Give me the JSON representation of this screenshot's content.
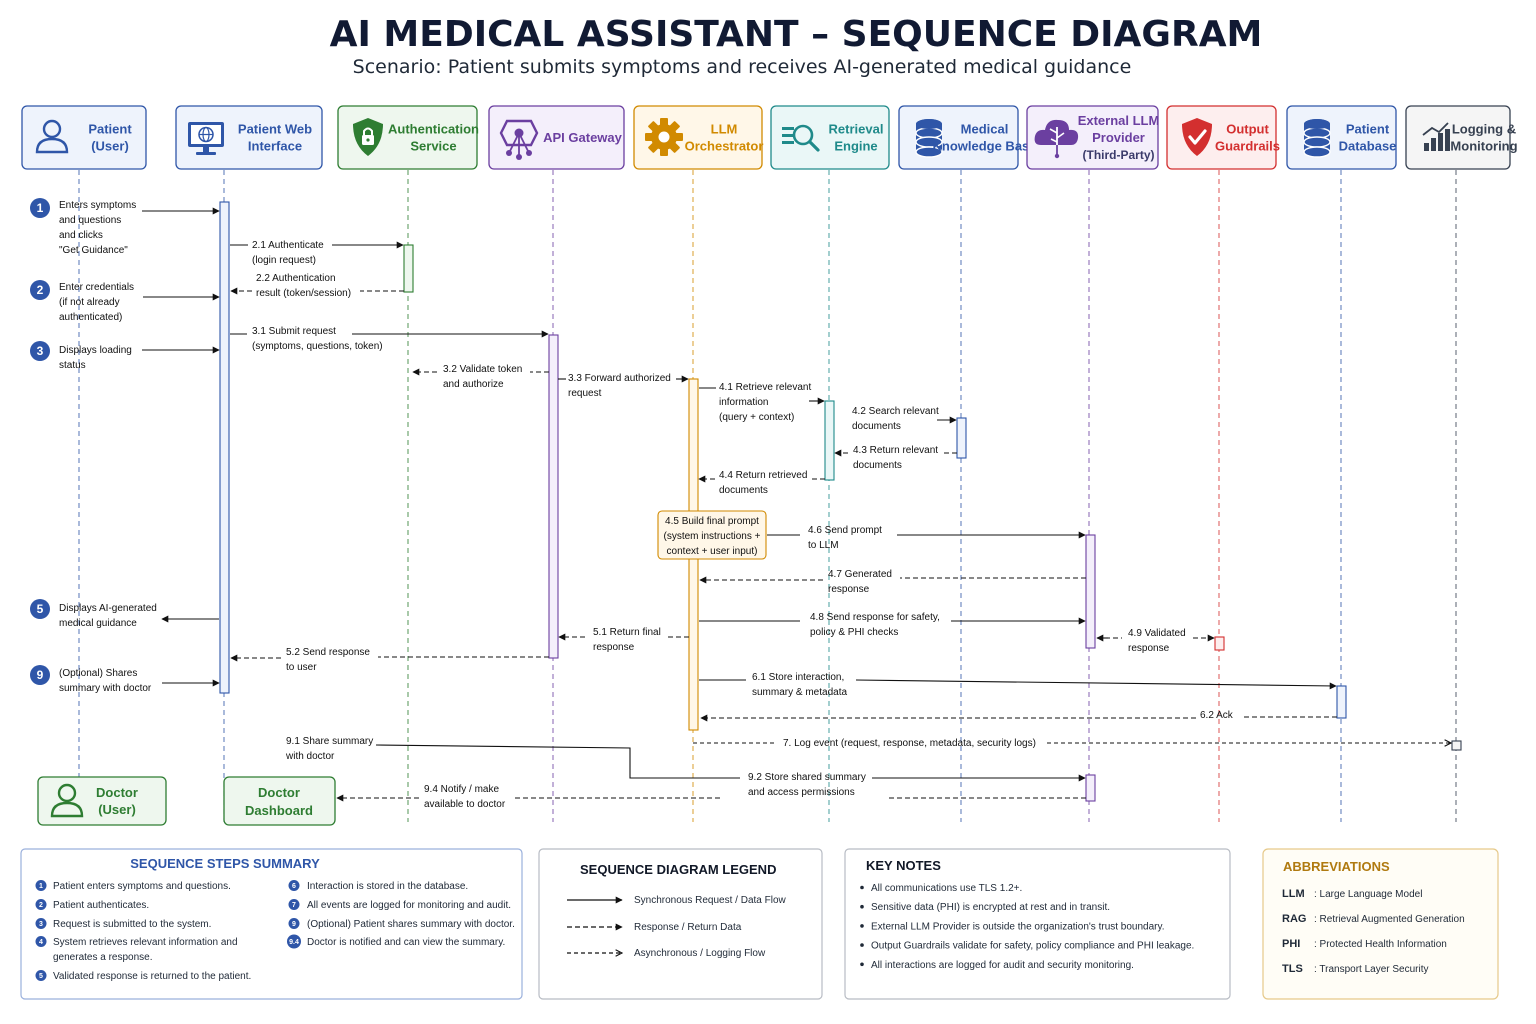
{
  "title": "AI MEDICAL ASSISTANT – SEQUENCE DIAGRAM",
  "scenario": "Scenario: Patient submits symptoms and receives AI-generated medical guidance",
  "colors": {
    "blue": "#2f56a8",
    "green": "#2e7d32",
    "purple": "#6b3fa0",
    "orange": "#d18a00",
    "teal": "#1f8a8a",
    "red": "#d32f2f",
    "gray": "#374151"
  },
  "actors": [
    {
      "id": "patient",
      "lines": [
        "Patient",
        "(User)"
      ],
      "icon": "user-icon",
      "color": "blue"
    },
    {
      "id": "web",
      "lines": [
        "Patient Web",
        "Interface"
      ],
      "icon": "monitor-globe-icon",
      "color": "blue"
    },
    {
      "id": "auth",
      "lines": [
        "Authentication",
        "Service"
      ],
      "icon": "shield-lock-icon",
      "color": "green"
    },
    {
      "id": "gateway",
      "lines": [
        "API Gateway"
      ],
      "icon": "gateway-hub-icon",
      "color": "purple"
    },
    {
      "id": "llm",
      "lines": [
        "LLM",
        "Orchestrator"
      ],
      "icon": "gear-icon",
      "color": "orange"
    },
    {
      "id": "retrieval",
      "lines": [
        "Retrieval",
        "Engine"
      ],
      "icon": "search-list-icon",
      "color": "teal"
    },
    {
      "id": "kb",
      "lines": [
        "Medical",
        "Knowledge Base"
      ],
      "icon": "database-icon",
      "color": "blue"
    },
    {
      "id": "external",
      "lines": [
        "External LLM",
        "Provider",
        "(Third-Party)"
      ],
      "icon": "cloud-brain-icon",
      "color": "purple"
    },
    {
      "id": "guard",
      "lines": [
        "Output",
        "Guardrails"
      ],
      "icon": "shield-check-icon",
      "color": "red"
    },
    {
      "id": "pdb",
      "lines": [
        "Patient",
        "Database"
      ],
      "icon": "database-icon",
      "color": "blue"
    },
    {
      "id": "log",
      "lines": [
        "Logging &",
        "Monitoring"
      ],
      "icon": "bar-chart-icon",
      "color": "gray"
    }
  ],
  "bottom_actors": [
    {
      "id": "doctor",
      "lines": [
        "Doctor",
        "(User)"
      ],
      "icon": "user-icon",
      "color": "green"
    },
    {
      "id": "dashboard",
      "lines": [
        "Doctor",
        "Dashboard"
      ],
      "icon": "",
      "color": "green"
    }
  ],
  "steps": [
    {
      "num": "1",
      "lines": [
        "Enters symptoms",
        "and questions",
        "and clicks",
        "\"Get Guidance\""
      ]
    },
    {
      "num": "2",
      "lines": [
        "Enter credentials",
        "(if not already",
        "authenticated)"
      ]
    },
    {
      "num": "3",
      "lines": [
        "Displays loading",
        "status"
      ]
    },
    {
      "num": "5",
      "lines": [
        "Displays AI-generated",
        "medical guidance"
      ]
    },
    {
      "num": "9",
      "lines": [
        "(Optional) Shares",
        "summary with doctor"
      ]
    }
  ],
  "messages": [
    {
      "id": "m21",
      "lines": [
        "2.1 Authenticate",
        "(login request)"
      ],
      "style": "solid"
    },
    {
      "id": "m22",
      "lines": [
        "2.2 Authentication",
        "result (token/session)"
      ],
      "style": "dashed"
    },
    {
      "id": "m31",
      "lines": [
        "3.1 Submit request",
        "(symptoms, questions, token)"
      ],
      "style": "solid"
    },
    {
      "id": "m32",
      "lines": [
        "3.2 Validate token",
        "and authorize"
      ],
      "style": "dashed"
    },
    {
      "id": "m33",
      "lines": [
        "3.3 Forward authorized",
        "request"
      ],
      "style": "solid"
    },
    {
      "id": "m41",
      "lines": [
        "4.1 Retrieve relevant",
        "information",
        "(query + context)"
      ],
      "style": "solid"
    },
    {
      "id": "m42",
      "lines": [
        "4.2 Search relevant",
        "documents"
      ],
      "style": "solid"
    },
    {
      "id": "m43",
      "lines": [
        "4.3 Return relevant",
        "documents"
      ],
      "style": "dashed"
    },
    {
      "id": "m44",
      "lines": [
        "4.4 Return retrieved",
        "documents"
      ],
      "style": "dashed"
    },
    {
      "id": "m45",
      "lines": [
        "4.5 Build final prompt",
        "(system instructions +",
        "context + user input)"
      ],
      "style": "note"
    },
    {
      "id": "m46",
      "lines": [
        "4.6 Send prompt",
        "to LLM"
      ],
      "style": "solid"
    },
    {
      "id": "m47",
      "lines": [
        "4.7 Generated",
        "response"
      ],
      "style": "dashed"
    },
    {
      "id": "m48",
      "lines": [
        "4.8  Send response for safety,",
        "policy & PHI checks"
      ],
      "style": "solid"
    },
    {
      "id": "m49",
      "lines": [
        "4.9 Validated",
        "response"
      ],
      "style": "dashed"
    },
    {
      "id": "m51",
      "lines": [
        "5.1 Return final",
        "response"
      ],
      "style": "dashed"
    },
    {
      "id": "m52",
      "lines": [
        "5.2 Send response",
        "to user"
      ],
      "style": "dashed"
    },
    {
      "id": "m61",
      "lines": [
        "6.1 Store interaction,",
        "summary & metadata"
      ],
      "style": "solid"
    },
    {
      "id": "m62",
      "lines": [
        "6.2 Ack"
      ],
      "style": "dashed"
    },
    {
      "id": "m7",
      "lines": [
        "7. Log event (request, response, metadata, security logs)"
      ],
      "style": "async"
    },
    {
      "id": "m91",
      "lines": [
        "9.1 Share summary",
        "with doctor"
      ],
      "style": "solid"
    },
    {
      "id": "m92",
      "lines": [
        "9.2 Store shared summary",
        "and access permissions"
      ],
      "style": "solid"
    },
    {
      "id": "m94",
      "lines": [
        "9.4 Notify / make",
        "available to doctor"
      ],
      "style": "dashed"
    }
  ],
  "summary": {
    "heading": "SEQUENCE STEPS SUMMARY",
    "left": [
      {
        "num": "1",
        "lines": [
          "Patient enters symptoms and questions."
        ]
      },
      {
        "num": "2",
        "lines": [
          "Patient authenticates."
        ]
      },
      {
        "num": "3",
        "lines": [
          "Request is submitted to the system."
        ]
      },
      {
        "num": "4",
        "lines": [
          "System retrieves relevant information and",
          "generates a response."
        ]
      },
      {
        "num": "5",
        "lines": [
          "Validated response is returned to the patient."
        ]
      }
    ],
    "right": [
      {
        "num": "6",
        "lines": [
          "Interaction is stored in the database."
        ]
      },
      {
        "num": "7",
        "lines": [
          "All events are logged for monitoring and audit."
        ]
      },
      {
        "num": "9",
        "lines": [
          "(Optional) Patient shares summary with doctor."
        ]
      },
      {
        "num": "9.4",
        "lines": [
          "Doctor is notified and can view the summary."
        ]
      }
    ]
  },
  "legend": {
    "heading": "SEQUENCE DIAGRAM LEGEND",
    "items": [
      {
        "style": "solid",
        "label": "Synchronous Request / Data Flow"
      },
      {
        "style": "dashed",
        "label": "Response / Return Data"
      },
      {
        "style": "async",
        "label": "Asynchronous / Logging Flow"
      }
    ]
  },
  "notes": {
    "heading": "KEY NOTES",
    "items": [
      "All communications use TLS 1.2+.",
      "Sensitive data (PHI) is encrypted at rest and in transit.",
      "External LLM Provider is outside the organization's trust boundary.",
      "Output Guardrails validate for safety, policy compliance and PHI leakage.",
      "All interactions are logged for audit and security monitoring."
    ]
  },
  "abbreviations": {
    "heading": "ABBREVIATIONS",
    "items": [
      {
        "term": "LLM",
        "def": ": Large Language Model"
      },
      {
        "term": "RAG",
        "def": ": Retrieval Augmented Generation"
      },
      {
        "term": "PHI",
        "def": ": Protected Health Information"
      },
      {
        "term": "TLS",
        "def": ": Transport Layer Security"
      }
    ]
  }
}
